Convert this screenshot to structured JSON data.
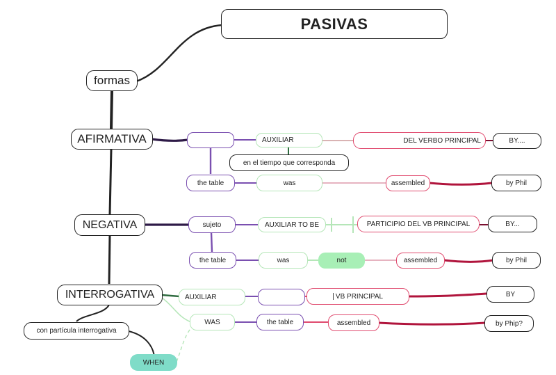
{
  "title": "PASIVAS",
  "formas": "formas",
  "afirmativa": {
    "label": "AFIRMATIVA",
    "auxiliar": "AUXILIAR",
    "tiempo": "en el tiempo que corresponda",
    "verbo_principal": "DEL VERBO PRINCIPAL",
    "by": "BY....",
    "example": {
      "subject": "the table",
      "aux": "was",
      "verb": "assembled",
      "agent": "by Phil"
    }
  },
  "negativa": {
    "label": "NEGATIVA",
    "sujeto": "sujeto",
    "auxiliar": "AUXILIAR TO BE",
    "participio": "PARTICIPIO DEL VB PRINCIPAL",
    "by": "BY...",
    "example": {
      "subject": "the table",
      "aux": "was",
      "not": "not",
      "verb": "assembled",
      "agent": "by Phil"
    }
  },
  "interrogativa": {
    "label": "INTERROGATIVA",
    "auxiliar": "AUXILIAR",
    "verbo_principal": "VB PRINCIPAL",
    "by": "BY",
    "example": {
      "aux": "WAS",
      "subject": "the table",
      "verb": "assembled",
      "agent": "by  Phip?"
    },
    "particula": "con partícula interrogativa",
    "when": "WHEN"
  },
  "colors": {
    "black": "#222222",
    "purple": "#7a4fb0",
    "pink": "#e04a6e",
    "green": "#b5e6b8",
    "green_fill": "#a8efb6",
    "teal_fill": "#7fdcc8"
  }
}
